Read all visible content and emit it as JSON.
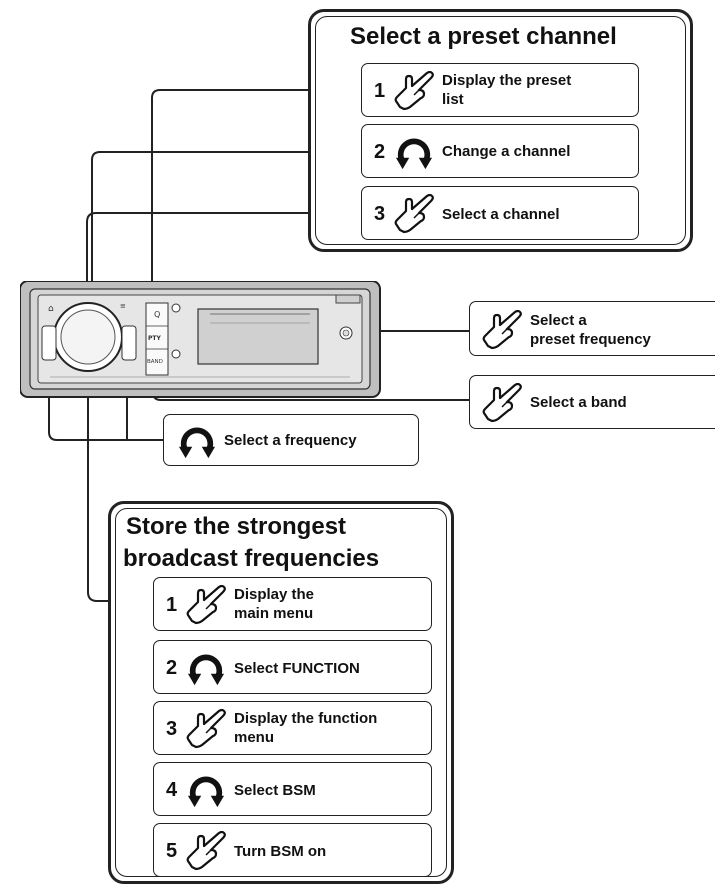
{
  "preset_panel": {
    "title": "Select a preset channel",
    "steps": [
      {
        "num": "1",
        "icon": "press-hand-icon",
        "text": "Display the preset\nlist"
      },
      {
        "num": "2",
        "icon": "rotate-icon",
        "text": "Change a channel"
      },
      {
        "num": "3",
        "icon": "press-hand-icon",
        "text": "Select a channel"
      }
    ]
  },
  "callouts": {
    "preset_frequency": {
      "icon": "press-hand-icon",
      "text": "Select a\npreset frequency"
    },
    "band": {
      "icon": "press-hand-icon",
      "text": "Select a band"
    },
    "frequency": {
      "icon": "rotate-icon",
      "text": "Select a frequency"
    }
  },
  "store_panel": {
    "title_line1": "Store the strongest",
    "title_line2": "broadcast frequencies",
    "steps": [
      {
        "num": "1",
        "icon": "press-hand-icon",
        "text": "Display the\nmain menu"
      },
      {
        "num": "2",
        "icon": "rotate-icon",
        "text": "Select FUNCTION"
      },
      {
        "num": "3",
        "icon": "press-hand-icon",
        "text": "Display the function\nmenu"
      },
      {
        "num": "4",
        "icon": "rotate-icon",
        "text": "Select BSM"
      },
      {
        "num": "5",
        "icon": "press-hand-icon",
        "text": "Turn BSM on"
      }
    ]
  },
  "head_unit": {
    "buttons": {
      "pty": "PTY",
      "band": "BAND",
      "search": "Q"
    }
  }
}
